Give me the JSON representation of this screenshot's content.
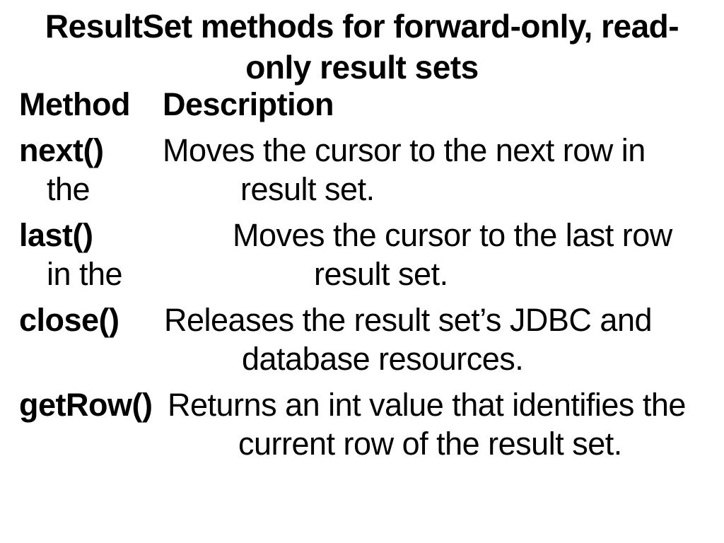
{
  "slide": {
    "background_color": "#ffffff",
    "text_color": "#000000"
  },
  "title": {
    "line1": "ResultSet methods for forward-only, read-",
    "line2": "only result sets"
  },
  "table": {
    "headers": [
      "Method",
      "Description"
    ],
    "rows": [
      {
        "method": "next()",
        "desc_line1": "Moves the cursor to the next row in",
        "overflow": "the",
        "desc_line2": "result set."
      },
      {
        "method": "last()",
        "desc_line1": "Moves the cursor to the last row",
        "overflow": "in the",
        "desc_line2": "result set."
      },
      {
        "method": "close()",
        "desc_line1": "Releases the result set’s JDBC and",
        "desc_line2": "database resources."
      },
      {
        "method": "getRow()",
        "desc_line1": "Returns an int value that identifies the",
        "desc_line2": "current row of the result set."
      }
    ]
  }
}
